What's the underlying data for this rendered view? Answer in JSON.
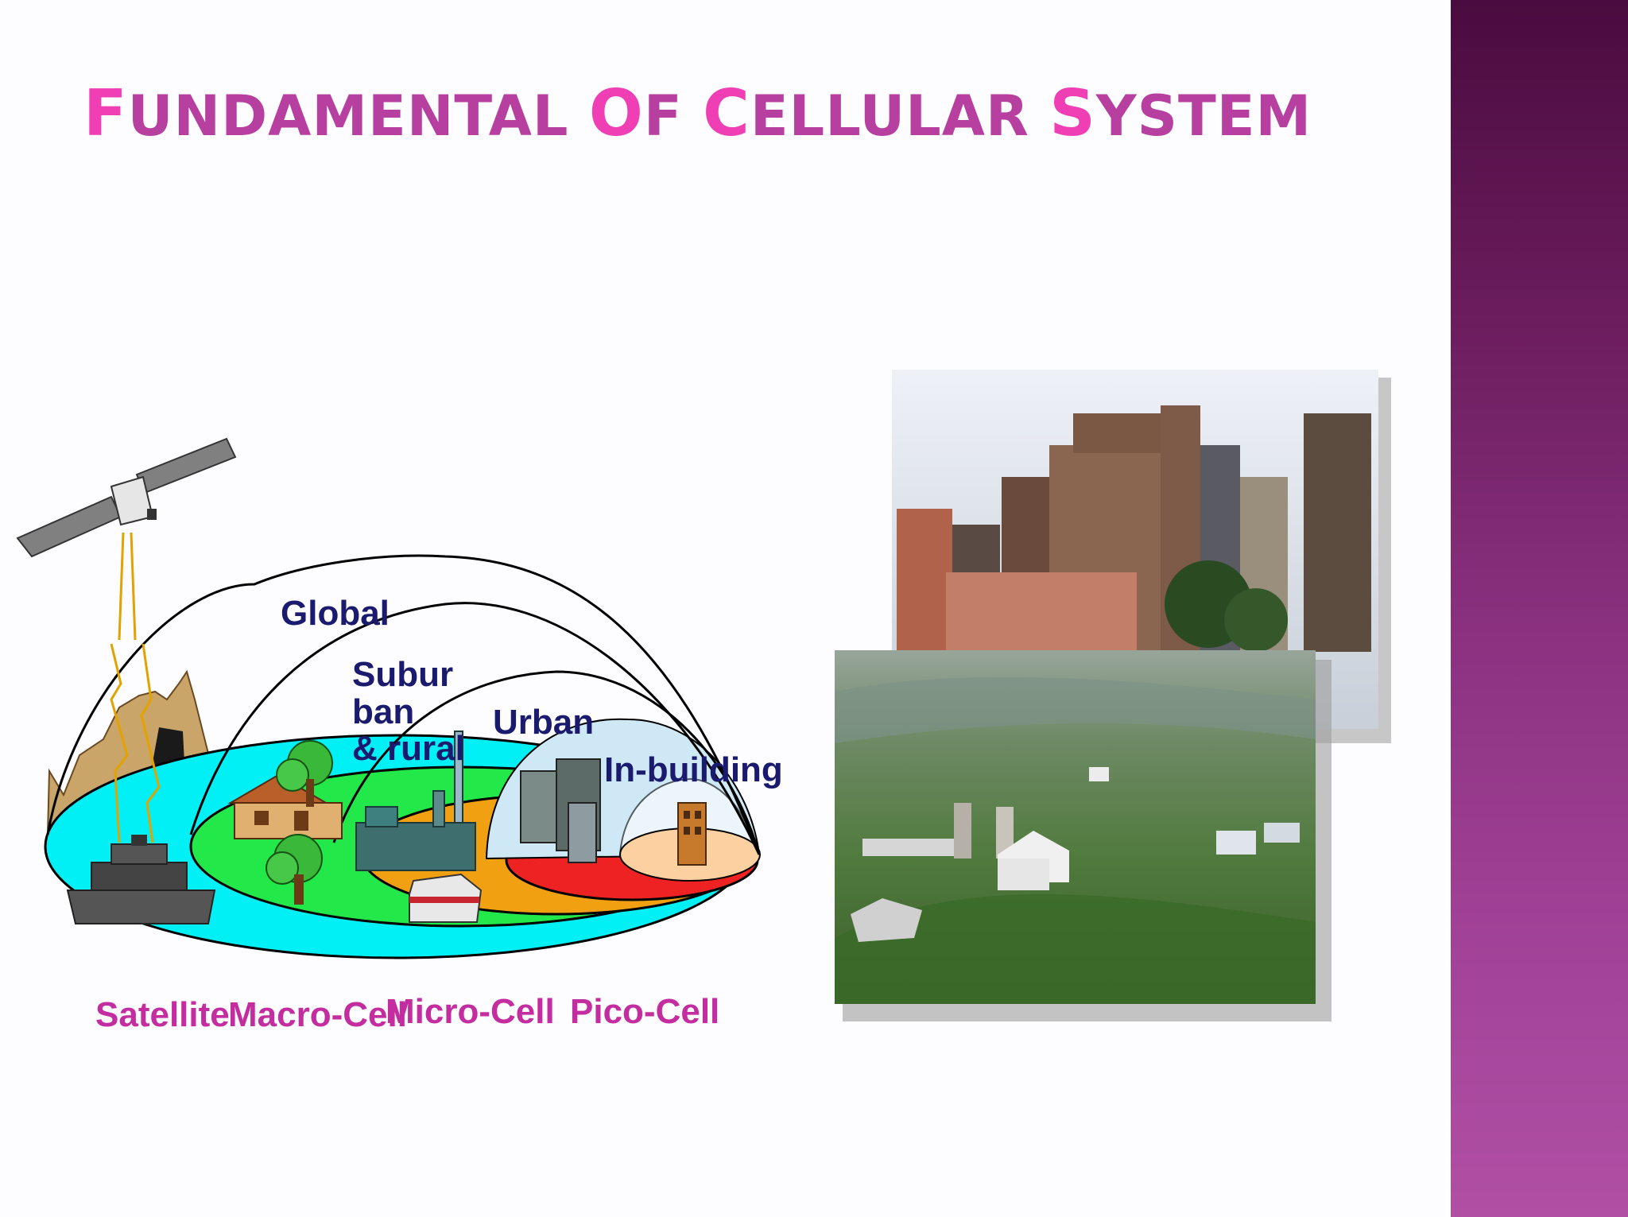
{
  "slide": {
    "title_parts": [
      {
        "text": "F",
        "cap": true
      },
      {
        "text": "UNDAMENTAL ",
        "cap": false
      },
      {
        "text": "O",
        "cap": true
      },
      {
        "text": "F ",
        "cap": false
      },
      {
        "text": "C",
        "cap": true
      },
      {
        "text": "ELLULAR ",
        "cap": false
      },
      {
        "text": "S",
        "cap": true
      },
      {
        "text": "YSTEM",
        "cap": false
      }
    ]
  },
  "diagram": {
    "region_labels": {
      "global": "Global",
      "suburban_line1": "Subur",
      "suburban_line2": "ban",
      "suburban_line3": "& rural",
      "urban": "Urban",
      "in_building": "In-building"
    },
    "cell_labels": {
      "satellite": "Satellite",
      "macro": "Macro-Cell",
      "micro": "Micro-Cell",
      "pico": "Pico-Cell"
    },
    "colors": {
      "satellite_zone": "#00f0f5",
      "macro_zone": "#22e84a",
      "micro_zone": "#f0a010",
      "pico_zone": "#ee2222",
      "building_zone": "#fcd0a0",
      "dome": "#cfe8f5",
      "region_label": "#1a1a6e",
      "cell_label": "#c42d9f"
    }
  },
  "photos": {
    "top": "city-buildings-photo",
    "bottom": "rural-farmland-photo"
  }
}
